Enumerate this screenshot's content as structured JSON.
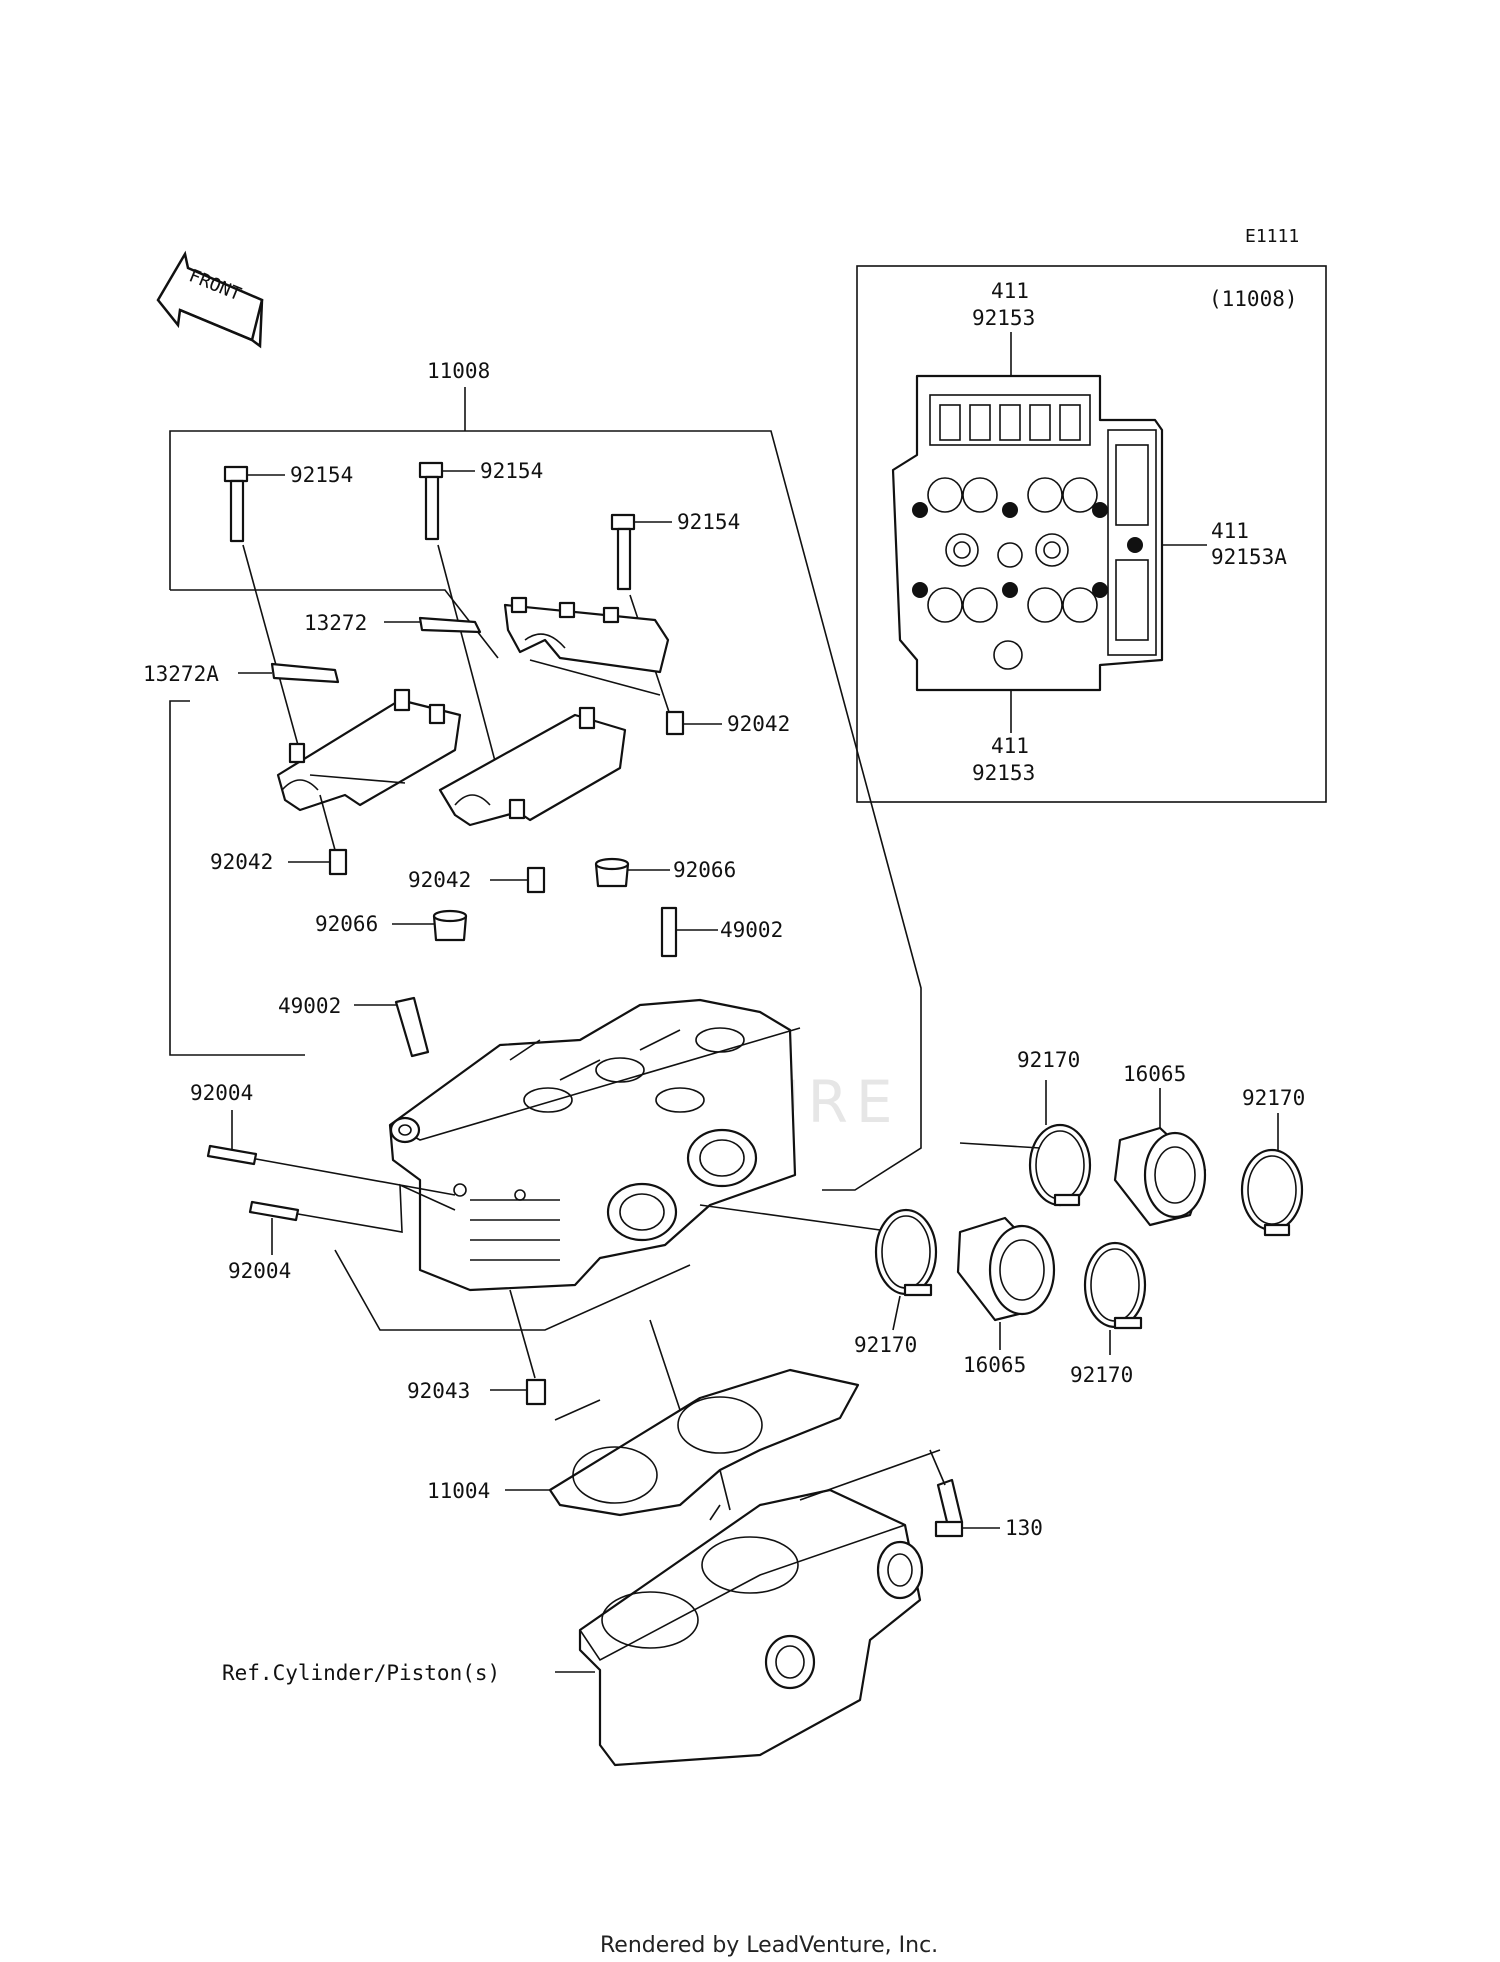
{
  "diagram_id": "E1111",
  "front_label": "FRONT",
  "watermark": "VENTURE",
  "footer": "Rendered by LeadVenture, Inc.",
  "inset": {
    "title": "(11008)",
    "labels": {
      "top_a": "411",
      "top_b": "92153",
      "right_a": "411",
      "right_b": "92153A",
      "bottom_a": "411",
      "bottom_b": "92153"
    }
  },
  "callouts": {
    "assembly_11008": "11008",
    "bolt_92154_left": "92154",
    "bolt_92154_mid": "92154",
    "bolt_92154_right": "92154",
    "plate_13272": "13272",
    "plate_13272a": "13272A",
    "dowel_92042_right": "92042",
    "dowel_92042_left": "92042",
    "dowel_92042_mid": "92042",
    "seal_92066_right": "92066",
    "seal_92066_left": "92066",
    "guide_49002_right": "49002",
    "guide_49002_left": "49002",
    "stud_92004_top": "92004",
    "stud_92004_bottom": "92004",
    "clamp_92170_top_left": "92170",
    "holder_16065_top": "16065",
    "clamp_92170_top_right": "92170",
    "clamp_92170_bottom_left": "92170",
    "holder_16065_bottom": "16065",
    "clamp_92170_bottom_right": "92170",
    "dowel_92043": "92043",
    "gasket_11004": "11004",
    "bolt_130": "130",
    "ref_cylinder": "Ref.Cylinder/Piston(s)"
  }
}
